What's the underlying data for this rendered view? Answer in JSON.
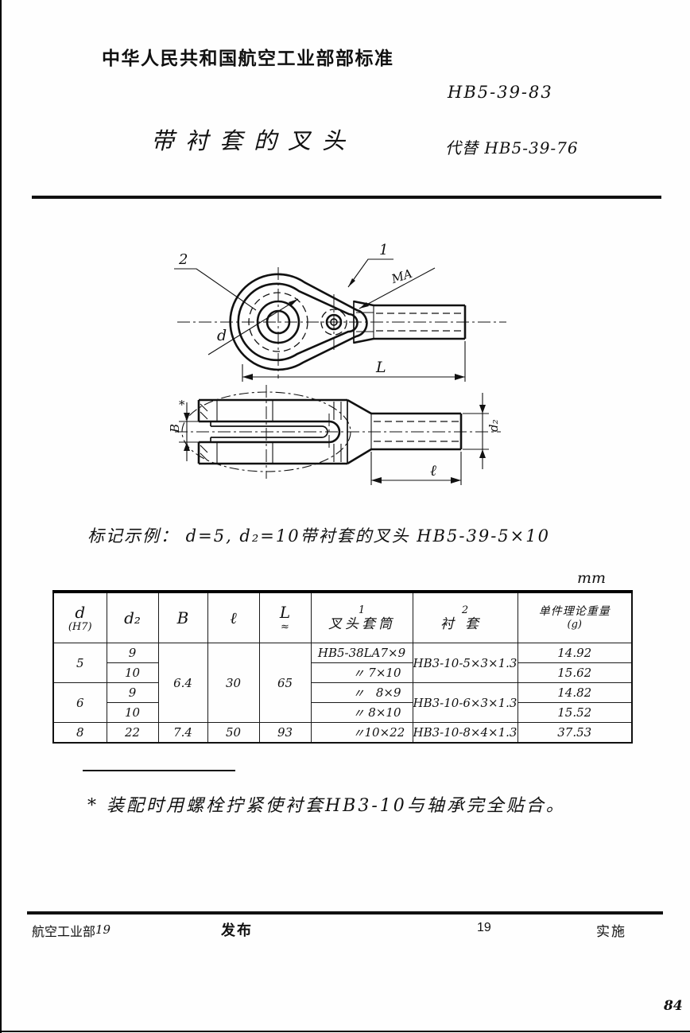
{
  "header": {
    "standard_title": "中华人民共和国航空工业部部标准",
    "standard_code": "HB5-39-83",
    "doc_title": "带衬套的叉头",
    "replaces": "代替 HB5-39-76"
  },
  "drawing": {
    "callout_1": "1",
    "callout_2": "2",
    "surface_mark": "MA",
    "dim_d": "d",
    "dim_L": "L",
    "dim_B": "B",
    "dim_B_star": "*",
    "dim_l": "ℓ",
    "dim_d2": "d₂"
  },
  "marking_example": "标记示例：  d=5,  d₂=10带衬套的叉头 HB5-39-5×10",
  "table": {
    "unit": "mm",
    "header": {
      "d": "d",
      "d_note": "(H7)",
      "d2": "d₂",
      "B": "B",
      "l": "ℓ",
      "L": "L",
      "L_approx": "≈",
      "sleeve_no": "1",
      "sleeve": "叉头套筒",
      "bushing_no": "2",
      "bushing": "衬套",
      "weight": "单件理论重量",
      "weight_unit": "(g)"
    },
    "cells": {
      "d_group1": "5",
      "d_group2": "6",
      "d_row5": "8",
      "d2_1": "9",
      "d2_2": "10",
      "d2_3": "9",
      "d2_4": "10",
      "d2_5": "22",
      "B_main": "6.4",
      "B_row5": "7.4",
      "l_main": "30",
      "l_row5": "50",
      "L_main": "65",
      "L_row5": "93",
      "sleeve_1": "HB5-38LA7×9",
      "sleeve_2": {
        "ditto": "〃",
        "size": "7×10"
      },
      "sleeve_3": {
        "ditto": "〃",
        "size": "8×9"
      },
      "sleeve_4": {
        "ditto": "〃",
        "size": "8×10"
      },
      "sleeve_5": {
        "ditto": "〃",
        "size": "10×22"
      },
      "bushing_12": "HB3-10-5×3×1.3",
      "bushing_34": "HB3-10-6×3×1.3",
      "bushing_5": "HB3-10-8×4×1.3",
      "weight_1": "14.92",
      "weight_2": "15.62",
      "weight_3": "14.82",
      "weight_4": "15.52",
      "weight_5": "37.53"
    }
  },
  "footnote": "* 装配时用螺栓拧紧使衬套HB3-10与轴承完全贴合。",
  "footer": {
    "issuer": "航空工业部",
    "issue_year": "19",
    "publish": "发布",
    "impl_year": "19",
    "implement": "实施"
  },
  "page_number": "84"
}
